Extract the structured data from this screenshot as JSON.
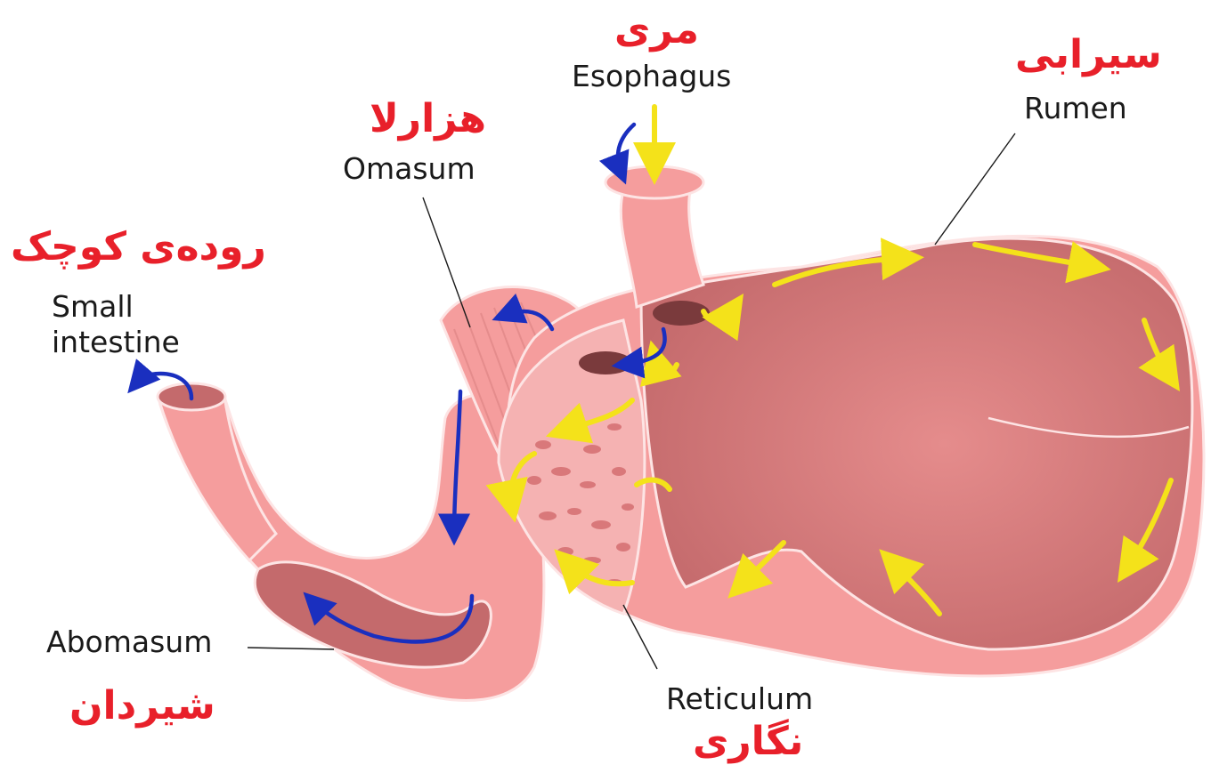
{
  "labels": {
    "esophagus": {
      "en": "Esophagus",
      "ku": "مری"
    },
    "rumen": {
      "en": "Rumen",
      "ku": "سیرابی"
    },
    "omasum": {
      "en": "Omasum",
      "ku": "هزارلا"
    },
    "small_intestine": {
      "en_line1": "Small",
      "en_line2": "intestine",
      "ku": "رودەی کوچک"
    },
    "abomasum": {
      "en": "Abomasum",
      "ku": "شیردان"
    },
    "reticulum": {
      "en": "Reticulum",
      "ku": "نگاری"
    }
  },
  "colors": {
    "tissue": "#f59d9d",
    "tissue_dark": "#d9787a",
    "lumen": "#c46a6c",
    "outline": "#fde4e4",
    "flow_food": "#f4e21a",
    "flow_return": "#1a2fbf",
    "kurdish_text": "#e8202a"
  }
}
